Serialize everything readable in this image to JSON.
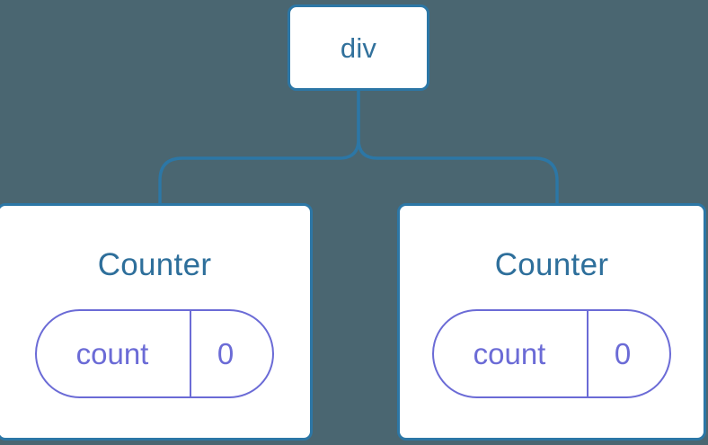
{
  "diagram": {
    "kind": "component-tree",
    "background_color": "#4a6671",
    "node_border_color": "#2c77a6",
    "node_fill_color": "#ffffff",
    "node_label_color": "#31719c",
    "state_accent_color": "#6b6bd6",
    "connector_color": "#2c77a6",
    "root": {
      "label": "div"
    },
    "children": [
      {
        "title": "Counter",
        "state": {
          "key": "count",
          "value": "0"
        }
      },
      {
        "title": "Counter",
        "state": {
          "key": "count",
          "value": "0"
        }
      }
    ]
  }
}
